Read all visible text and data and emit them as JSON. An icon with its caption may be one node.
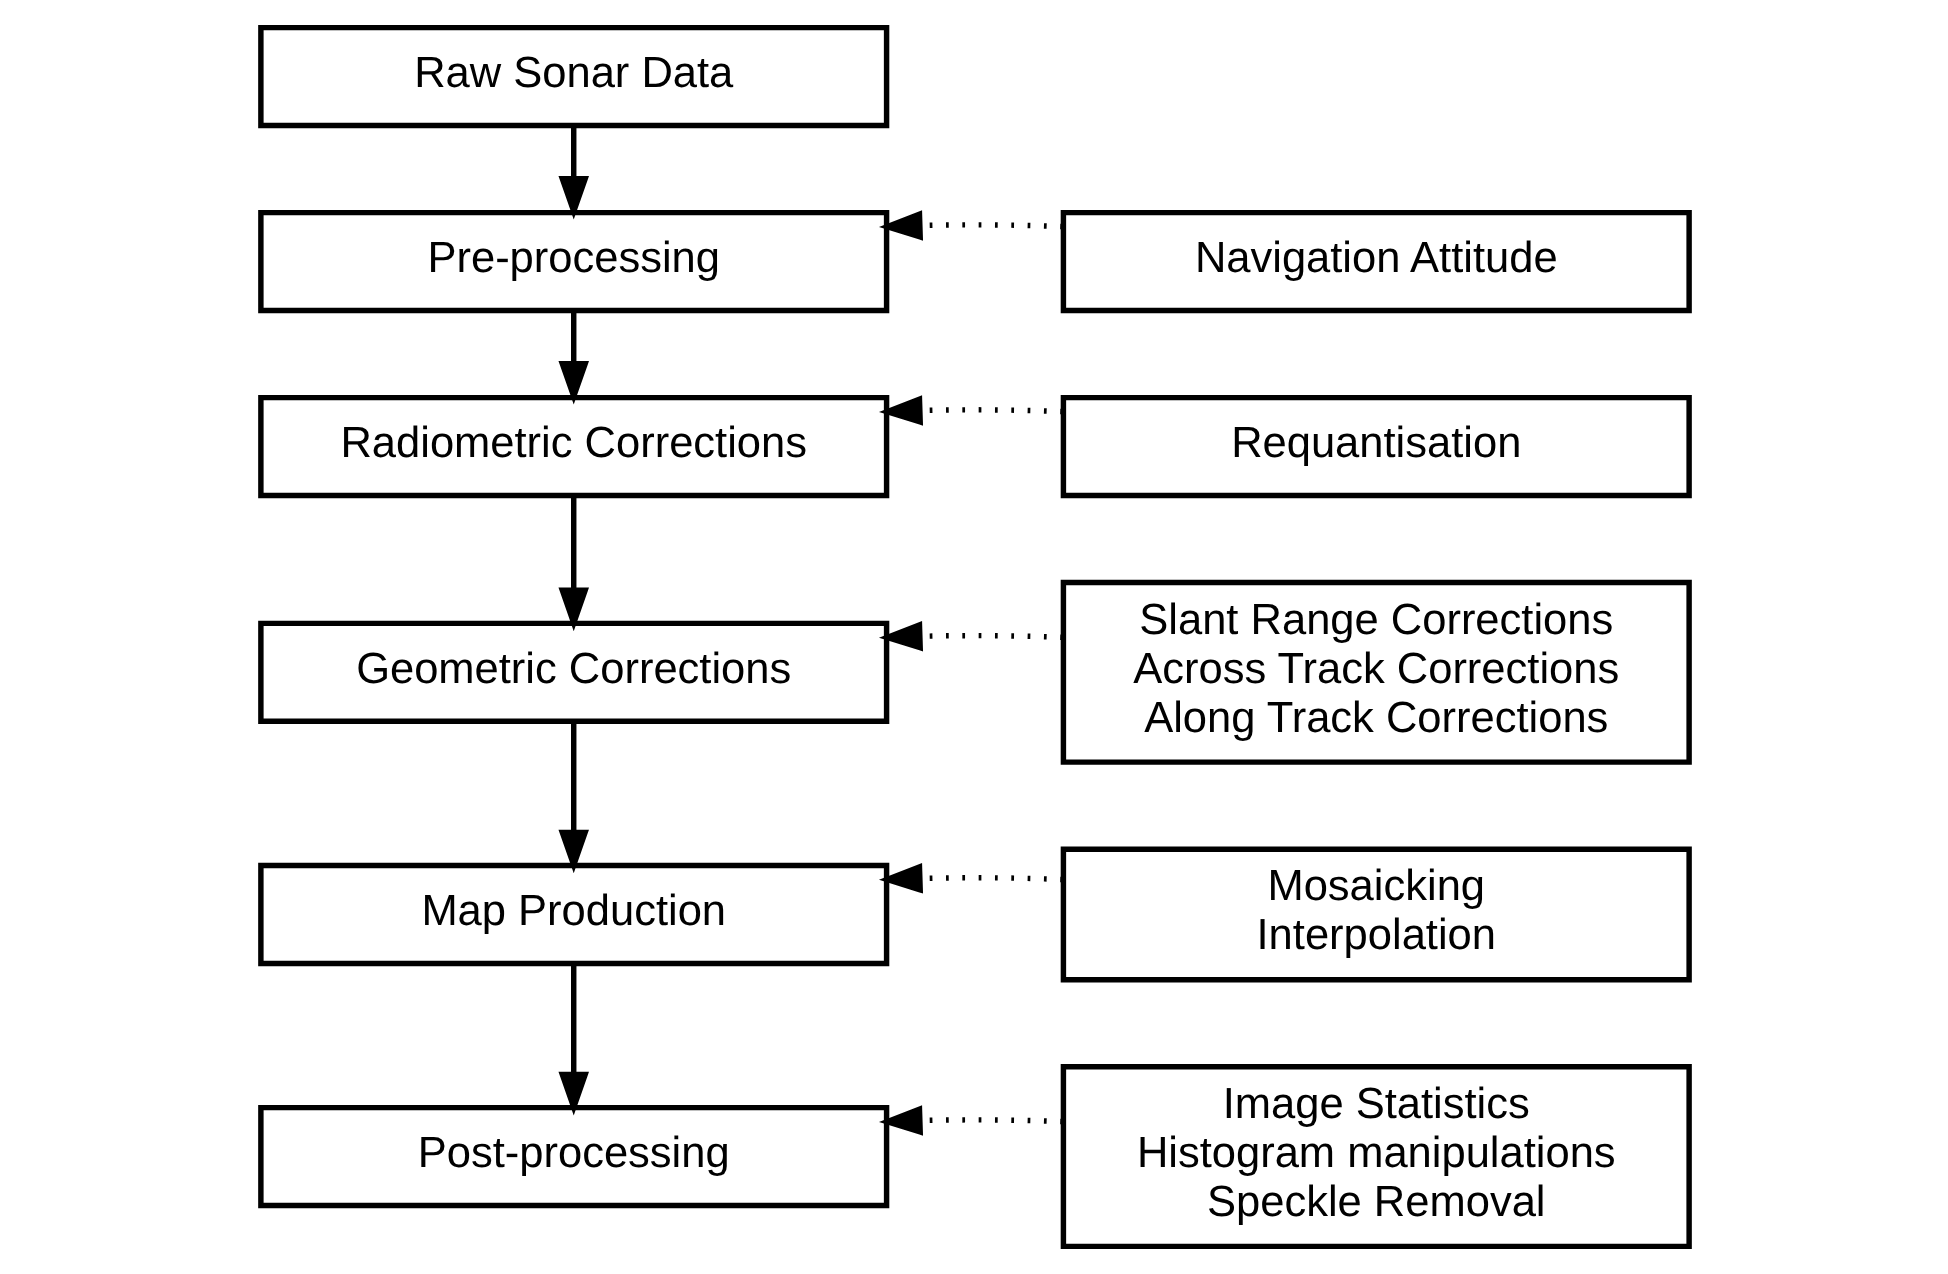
{
  "diagram": {
    "nodes": [
      {
        "text": [
          "Raw Sonar Data"
        ]
      },
      {
        "text": [
          "Pre-processing"
        ]
      },
      {
        "text": [
          "Navigation Attitude"
        ]
      },
      {
        "text": [
          "Radiometric Corrections"
        ]
      },
      {
        "text": [
          "Requantisation"
        ]
      },
      {
        "text": [
          "Geometric Corrections"
        ]
      },
      {
        "text": [
          "Slant Range Corrections",
          "Across Track Corrections",
          "Along Track Corrections"
        ]
      },
      {
        "text": [
          "Map Production"
        ]
      },
      {
        "text": [
          "Mosaicking",
          "Interpolation"
        ]
      },
      {
        "text": [
          "Post-processing"
        ]
      },
      {
        "text": [
          "Image Statistics",
          "Histogram manipulations",
          "Speckle Removal"
        ]
      }
    ],
    "edges": [
      {
        "from": 0,
        "to": 1,
        "arrow": "to"
      },
      {
        "from": 2,
        "to": 1,
        "arrow": "to",
        "style": "dashed"
      },
      {
        "from": 1,
        "to": 3,
        "arrow": "to"
      },
      {
        "from": 4,
        "to": 3,
        "arrow": "to",
        "style": "dashed"
      },
      {
        "from": 3,
        "to": 5,
        "arrow": "to"
      },
      {
        "from": 6,
        "to": 5,
        "arrow": "to",
        "style": "dashed"
      },
      {
        "from": 5,
        "to": 7,
        "arrow": "to"
      },
      {
        "from": 8,
        "to": 7,
        "arrow": "to",
        "style": "dashed"
      },
      {
        "from": 7,
        "to": 9,
        "arrow": "to"
      },
      {
        "from": 10,
        "to": 9,
        "arrow": "to",
        "style": "dashed"
      }
    ]
  }
}
